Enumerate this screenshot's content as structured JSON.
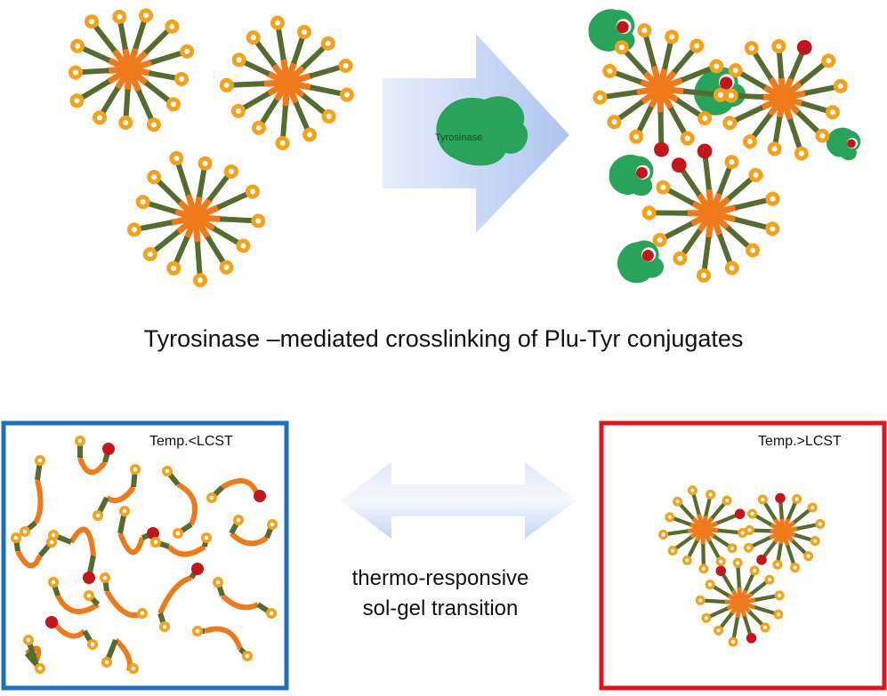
{
  "diagram": {
    "caption_main": "Tyrosinase –mediated crosslinking of Plu-Tyr conjugates",
    "enzyme_label": "Tyrosinase",
    "box_cold_label": "Temp.<LCST",
    "box_hot_label": "Temp.>LCST",
    "transition_caption_line1": "thermo-responsive",
    "transition_caption_line2": "sol-gel transition"
  },
  "colors": {
    "core": "#ee7a1a",
    "arm": "#556b2f",
    "tyrosine": "#f5a21b",
    "crosslink": "#c4141c",
    "enzyme": "#27a35a",
    "arrow": "#c8d8f4",
    "box_cold": "#1b6fc0",
    "box_hot": "#e3141c"
  }
}
